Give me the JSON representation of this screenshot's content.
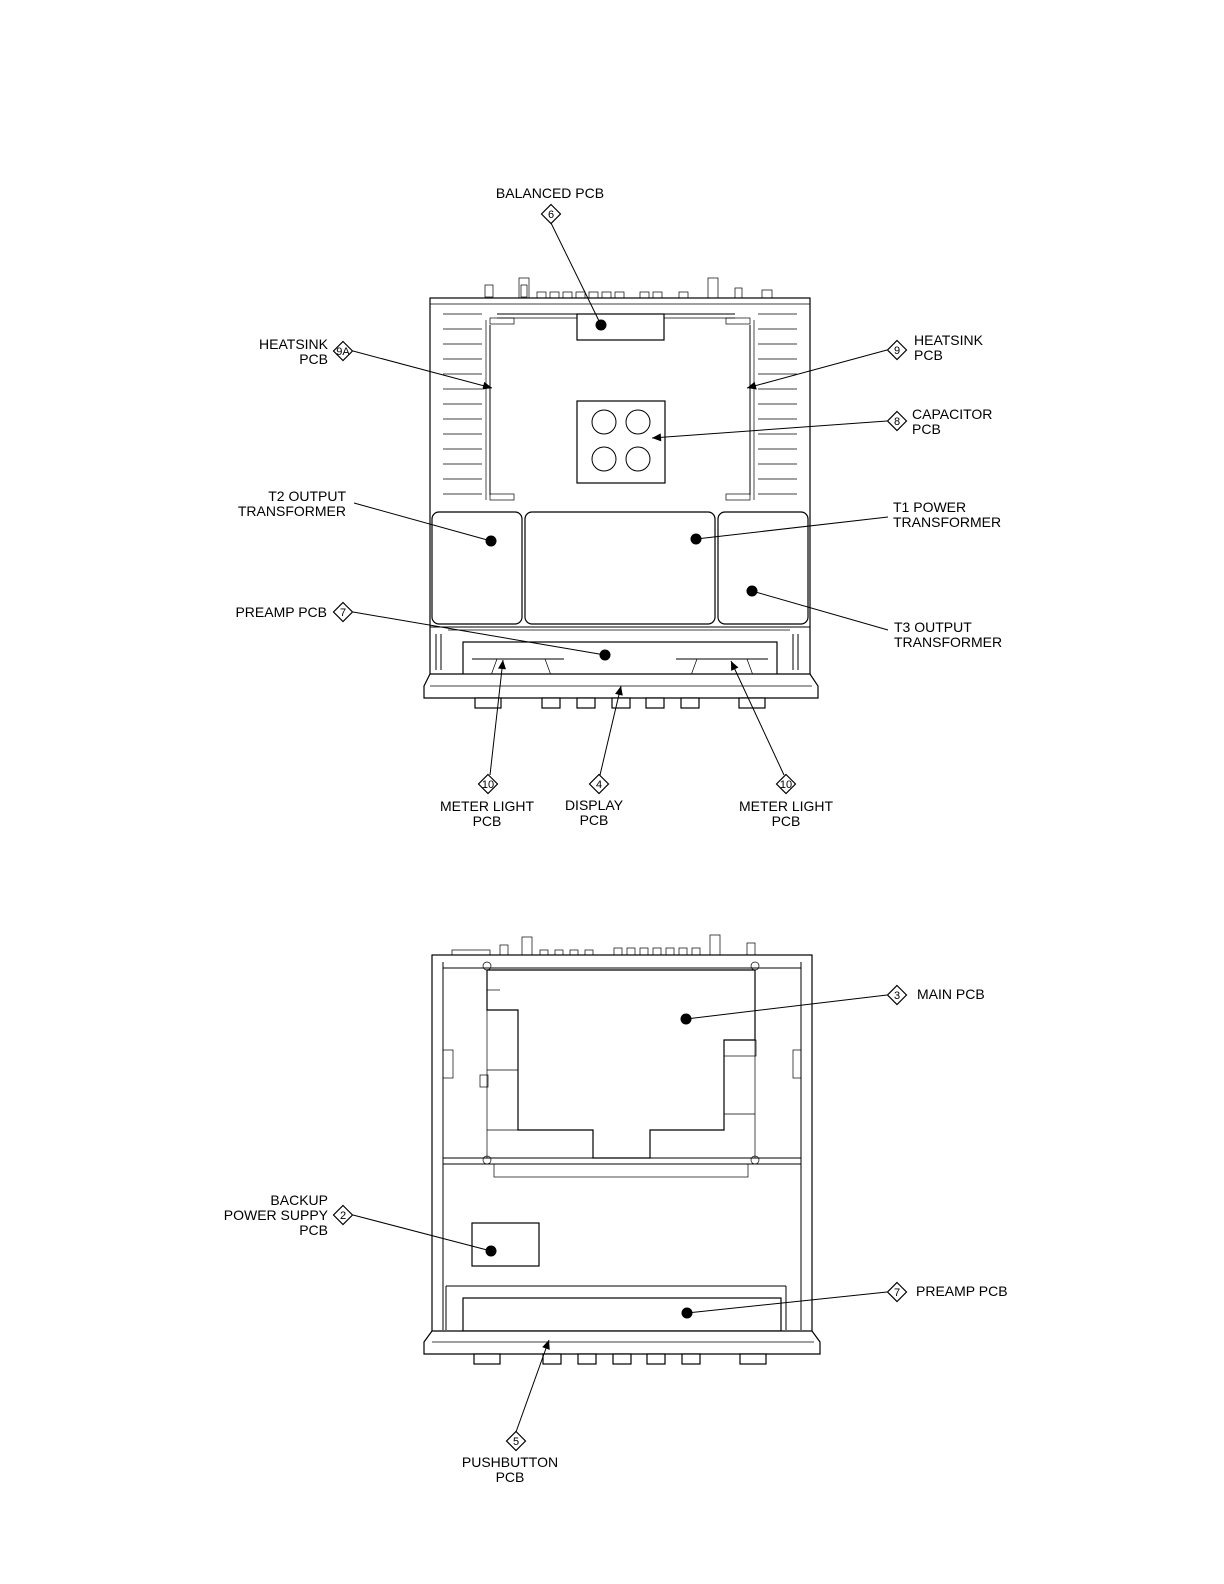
{
  "top_view": {
    "callouts": [
      {
        "id": "balanced",
        "number": "6",
        "lines": [
          "BALANCED PCB"
        ]
      },
      {
        "id": "heatsink-left",
        "number": "9A",
        "lines": [
          "HEATSINK",
          "PCB"
        ]
      },
      {
        "id": "heatsink-right",
        "number": "9",
        "lines": [
          "HEATSINK",
          "PCB"
        ]
      },
      {
        "id": "capacitor",
        "number": "8",
        "lines": [
          "CAPACITOR",
          "PCB"
        ]
      },
      {
        "id": "t2",
        "number": "",
        "lines": [
          "T2 OUTPUT",
          "TRANSFORMER"
        ]
      },
      {
        "id": "t1",
        "number": "",
        "lines": [
          "T1 POWER",
          "TRANSFORMER"
        ]
      },
      {
        "id": "t3",
        "number": "",
        "lines": [
          "T3 OUTPUT",
          "TRANSFORMER"
        ]
      },
      {
        "id": "preamp-top",
        "number": "7",
        "lines": [
          "PREAMP PCB"
        ]
      },
      {
        "id": "meter-left",
        "number": "10",
        "lines": [
          "METER LIGHT",
          "PCB"
        ]
      },
      {
        "id": "display",
        "number": "4",
        "lines": [
          "DISPLAY",
          "PCB"
        ]
      },
      {
        "id": "meter-right",
        "number": "10",
        "lines": [
          "METER LIGHT",
          "PCB"
        ]
      }
    ]
  },
  "bottom_view": {
    "callouts": [
      {
        "id": "main",
        "number": "3",
        "lines": [
          "MAIN PCB"
        ]
      },
      {
        "id": "backup",
        "number": "2",
        "lines": [
          "BACKUP",
          "POWER SUPPY",
          "PCB"
        ]
      },
      {
        "id": "preamp-bottom",
        "number": "7",
        "lines": [
          "PREAMP PCB"
        ]
      },
      {
        "id": "pushbutton",
        "number": "5",
        "lines": [
          "PUSHBUTTON",
          "PCB"
        ]
      }
    ]
  },
  "colors": {
    "ink": "#000000",
    "paper": "#ffffff"
  }
}
